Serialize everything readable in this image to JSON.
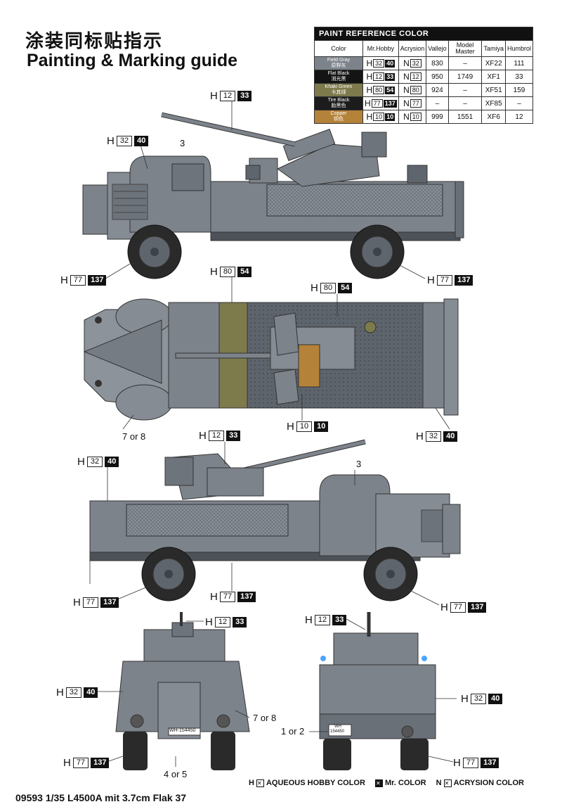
{
  "title_cn": "涂装同标贴指示",
  "title_en": "Painting & Marking guide",
  "paint_table": {
    "title": "PAINT REFERENCE COLOR",
    "headers": [
      "Color",
      "Mr.Hobby",
      "Acrysion",
      "Vallejo",
      "Model Master",
      "Tamiya",
      "Humbrol"
    ],
    "rows": [
      {
        "name_en": "Field Gray",
        "name_cn": "原野灰",
        "swatch": "#7d838b",
        "h_white": "32",
        "h_black": "40",
        "n": "32",
        "vallejo": "830",
        "model_master": "–",
        "tamiya": "XF22",
        "humbrol": "111"
      },
      {
        "name_en": "Flat Black",
        "name_cn": "消光黑",
        "swatch": "#141414",
        "h_white": "12",
        "h_black": "33",
        "n": "12",
        "vallejo": "950",
        "model_master": "1749",
        "tamiya": "XF1",
        "humbrol": "33"
      },
      {
        "name_en": "Khaki Green",
        "name_cn": "卡其绿",
        "swatch": "#7d7a4c",
        "h_white": "80",
        "h_black": "54",
        "n": "80",
        "vallejo": "924",
        "model_master": "–",
        "tamiya": "XF51",
        "humbrol": "159"
      },
      {
        "name_en": "Tire Black",
        "name_cn": "胎黑色",
        "swatch": "#1c1c1c",
        "h_white": "77",
        "h_black": "137",
        "n": "77",
        "vallejo": "–",
        "model_master": "–",
        "tamiya": "XF85",
        "humbrol": "–"
      },
      {
        "name_en": "Copper",
        "name_cn": "铜色",
        "swatch": "#b5823a",
        "h_white": "10",
        "h_black": "10",
        "n": "10",
        "vallejo": "999",
        "model_master": "1551",
        "tamiya": "XF6",
        "humbrol": "12"
      }
    ]
  },
  "callouts": [
    {
      "id": "c1",
      "h": "H",
      "a": "12",
      "b": "33"
    },
    {
      "id": "c2",
      "h": "H",
      "a": "32",
      "b": "40"
    },
    {
      "id": "c3",
      "h": "H",
      "a": "77",
      "b": "137"
    },
    {
      "id": "c4",
      "h": "H",
      "a": "77",
      "b": "137"
    },
    {
      "id": "c5",
      "h": "H",
      "a": "80",
      "b": "54"
    },
    {
      "id": "c6",
      "h": "H",
      "a": "80",
      "b": "54"
    },
    {
      "id": "c7",
      "h": "H",
      "a": "10",
      "b": "10"
    },
    {
      "id": "c8",
      "h": "H",
      "a": "32",
      "b": "40"
    },
    {
      "id": "c9",
      "h": "H",
      "a": "12",
      "b": "33"
    },
    {
      "id": "c10",
      "h": "H",
      "a": "32",
      "b": "40"
    },
    {
      "id": "c11",
      "h": "H",
      "a": "77",
      "b": "137"
    },
    {
      "id": "c12",
      "h": "H",
      "a": "77",
      "b": "137"
    },
    {
      "id": "c13",
      "h": "H",
      "a": "77",
      "b": "137"
    },
    {
      "id": "c14",
      "h": "H",
      "a": "12",
      "b": "33"
    },
    {
      "id": "c15",
      "h": "H",
      "a": "12",
      "b": "33"
    },
    {
      "id": "c16",
      "h": "H",
      "a": "32",
      "b": "40"
    },
    {
      "id": "c17",
      "h": "H",
      "a": "32",
      "b": "40"
    },
    {
      "id": "c18",
      "h": "H",
      "a": "77",
      "b": "137"
    },
    {
      "id": "c19",
      "h": "H",
      "a": "77",
      "b": "137"
    }
  ],
  "numbers": {
    "n3_top": "3",
    "n7or8_top": "7 or 8",
    "n3_side": "3",
    "n7or8_front": "7 or 8",
    "n1or2_rear": "1 or 2",
    "n4or5_front": "4 or 5"
  },
  "plates": {
    "front": "WH-154450",
    "rear_top": "WH",
    "rear_bottom": "154450"
  },
  "legend": {
    "h_mark": "H",
    "h_label": "AQUEOUS HOBBY COLOR",
    "mr_label": "Mr. COLOR",
    "n_mark": "N",
    "n_label": "ACRYSION COLOR",
    "x_glyph": "✕"
  },
  "footer": "09593 1/35  L4500A mit 3.7cm Flak 37",
  "colors": {
    "field_gray": "#7d838b",
    "khaki": "#7d7a4c",
    "black": "#141414"
  }
}
